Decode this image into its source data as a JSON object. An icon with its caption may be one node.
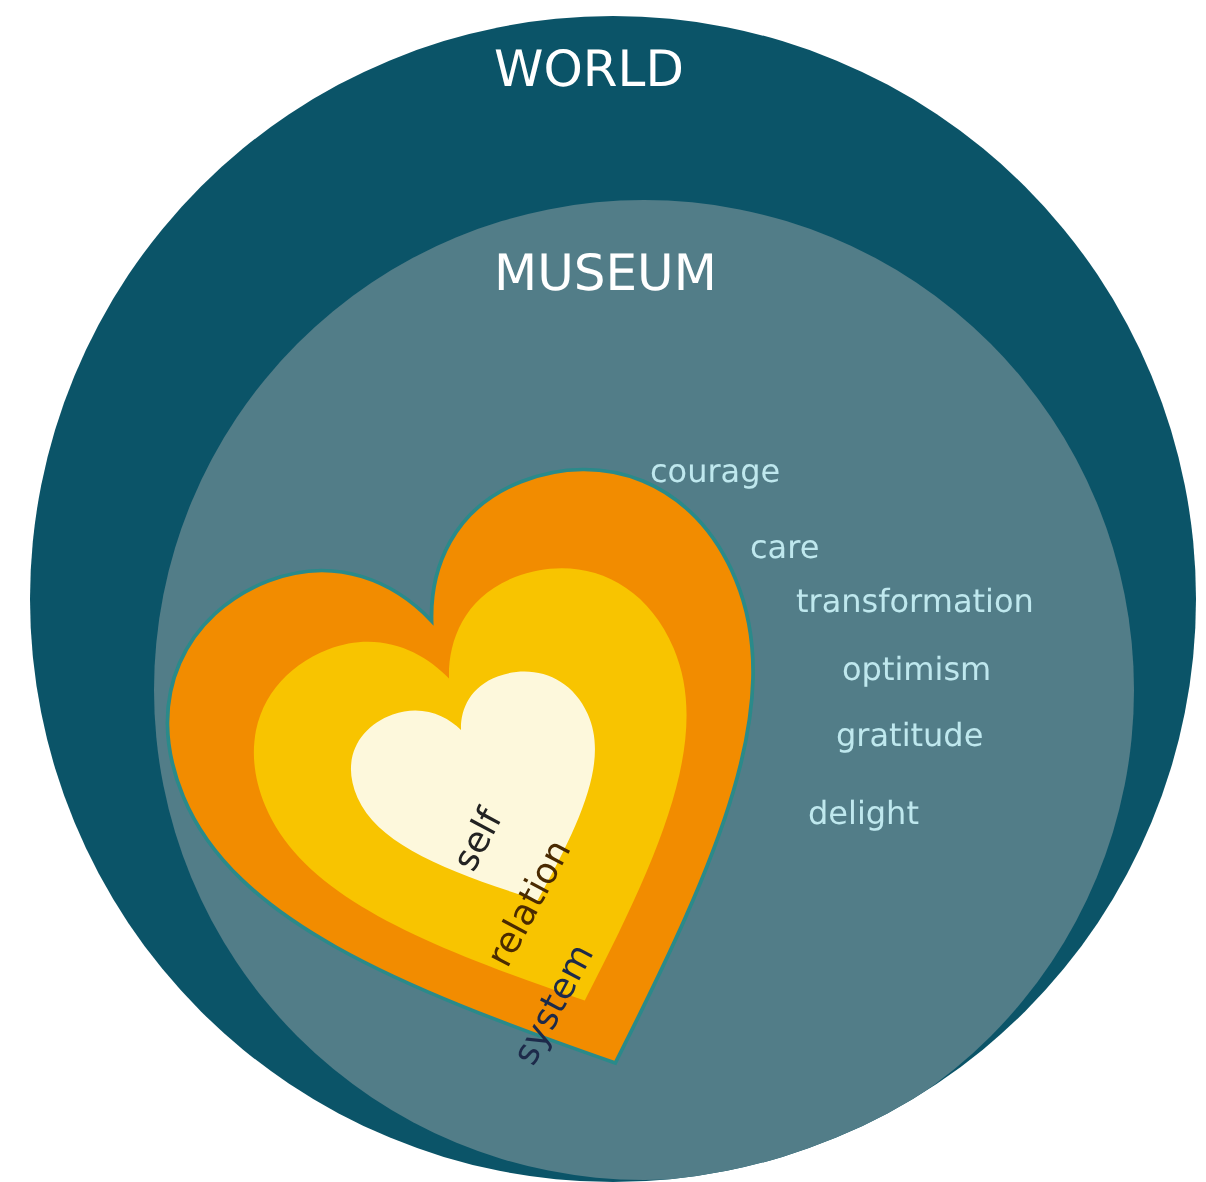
{
  "diagram": {
    "nodes": [
      {
        "text": [
          "WORLD"
        ]
      },
      {
        "text": [
          "MUSEUM"
        ],
        "in": 0
      },
      {
        "text": [
          "system"
        ],
        "in": 1
      },
      {
        "text": [
          "relation"
        ],
        "in": 2
      },
      {
        "text": [
          "self"
        ],
        "in": 3
      }
    ],
    "labels": [
      "courage",
      "care",
      "transformation",
      "optimism",
      "gratitude",
      "delight"
    ]
  }
}
